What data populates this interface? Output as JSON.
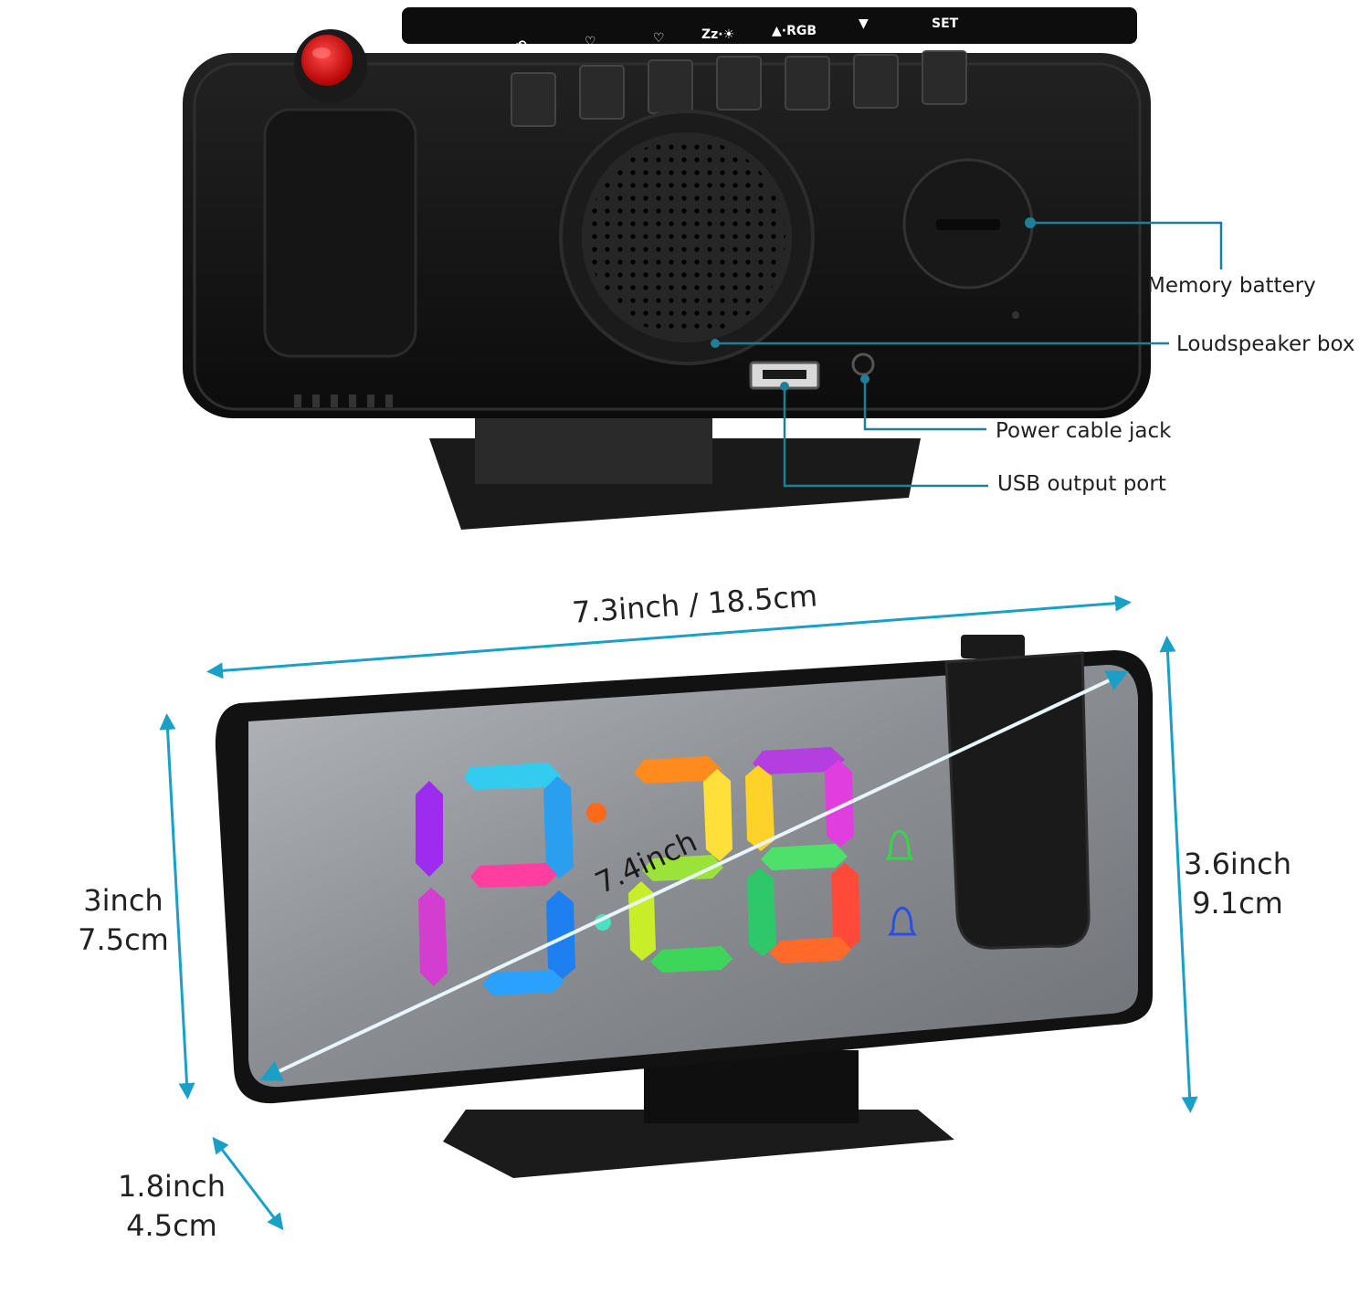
{
  "back_view": {
    "button_labels": [
      "SET",
      "▼",
      "▲·RGB",
      "Zz·☀",
      "♡",
      "♡",
      "⟲"
    ],
    "callouts": {
      "memory_battery": "Memory battery",
      "loudspeaker_box": "Loudspeaker box",
      "power_cable_jack": "Power cable jack",
      "usb_output_port": "USB output port"
    }
  },
  "front_view": {
    "display_time": "13:28",
    "width": "7.3inch / 18.5cm",
    "diagonal": "7.4inch",
    "height_left": {
      "inch": "3inch",
      "cm": "7.5cm"
    },
    "height_right": {
      "inch": "3.6inch",
      "cm": "9.1cm"
    },
    "depth": {
      "inch": "1.8inch",
      "cm": "4.5cm"
    }
  },
  "colors": {
    "callout_line": "#1f7f99",
    "dimension_arrow": "#1aa0c6",
    "device_body": "#111111",
    "screen_mirror": "#8a8d92",
    "alarm_knob": "#e01010"
  }
}
